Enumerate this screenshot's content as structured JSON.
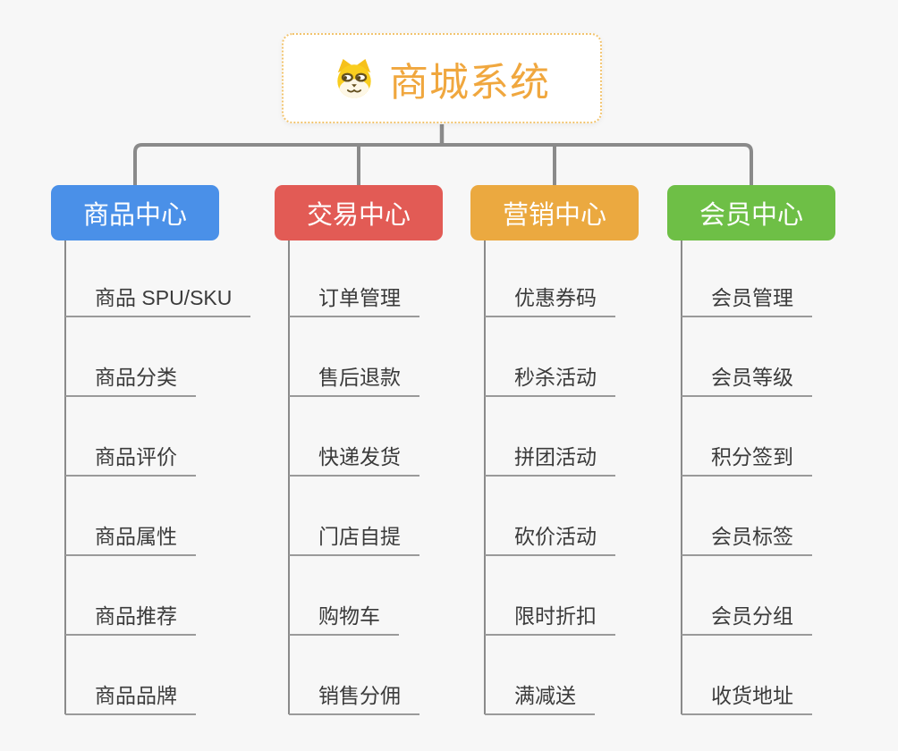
{
  "root": {
    "title": "商城系统",
    "icon": "doge-dog-icon",
    "title_color": "#f0a73e",
    "border_color": "#f2c46f"
  },
  "branches": [
    {
      "label": "商品中心",
      "color": "#4a90e8",
      "children": [
        "商品 SPU/SKU",
        "商品分类",
        "商品评价",
        "商品属性",
        "商品推荐",
        "商品品牌"
      ]
    },
    {
      "label": "交易中心",
      "color": "#e25b55",
      "children": [
        "订单管理",
        "售后退款",
        "快递发货",
        "门店自提",
        "购物车",
        "销售分佣"
      ]
    },
    {
      "label": "营销中心",
      "color": "#eba940",
      "children": [
        "优惠券码",
        "秒杀活动",
        "拼团活动",
        "砍价活动",
        "限时折扣",
        "满减送"
      ]
    },
    {
      "label": "会员中心",
      "color": "#6ebf46",
      "children": [
        "会员管理",
        "会员等级",
        "积分签到",
        "会员标签",
        "会员分组",
        "收货地址"
      ]
    }
  ],
  "colors": {
    "background": "#f7f7f7",
    "connector": "#8a8a8a",
    "child_underline": "#9a9a9a",
    "child_text": "#3b3b3b"
  }
}
